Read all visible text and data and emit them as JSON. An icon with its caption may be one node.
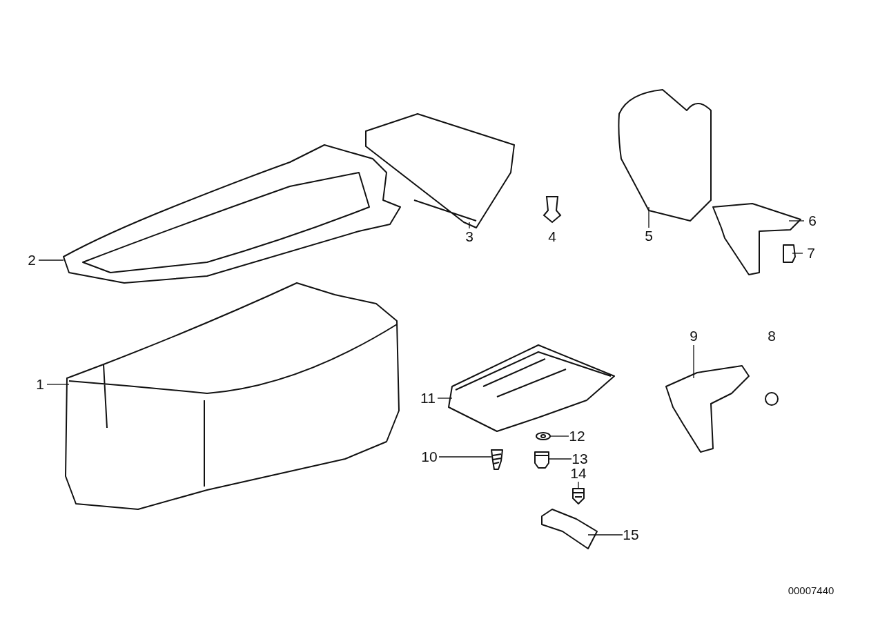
{
  "diagram": {
    "nodes": [
      {
        "text": [
          "1"
        ]
      },
      {
        "text": [
          "2"
        ]
      },
      {
        "text": [
          "3"
        ]
      },
      {
        "text": [
          "5"
        ]
      },
      {
        "text": [
          "6"
        ]
      },
      {
        "text": [
          "7"
        ]
      },
      {
        "text": [
          "9"
        ]
      },
      {
        "text": [
          "10"
        ]
      },
      {
        "text": [
          "11"
        ]
      },
      {
        "text": [
          "12"
        ]
      },
      {
        "text": [
          "13"
        ]
      },
      {
        "text": [
          "14"
        ]
      },
      {
        "text": [
          "15"
        ]
      },
      {
        "text": [],
        "shape": "picture"
      },
      {
        "text": [],
        "shape": "picture"
      },
      {
        "text": [],
        "shape": "picture"
      },
      {
        "text": [],
        "shape": "picture"
      },
      {
        "text": [],
        "shape": "picture"
      },
      {
        "text": [],
        "shape": "picture"
      },
      {
        "text": [],
        "shape": "picture"
      },
      {
        "text": [],
        "shape": "picture"
      },
      {
        "text": [],
        "shape": "picture"
      },
      {
        "text": [],
        "shape": "picture"
      },
      {
        "text": [],
        "shape": "picture"
      },
      {
        "text": [],
        "shape": "picture"
      },
      {
        "text": [],
        "shape": "picture"
      }
    ],
    "edges": [
      {
        "from": 0,
        "to": 13,
        "arrow": "none"
      },
      {
        "from": 1,
        "to": 14,
        "arrow": "none"
      },
      {
        "from": 2,
        "to": 15,
        "arrow": "none"
      },
      {
        "from": 3,
        "to": 16,
        "arrow": "none"
      },
      {
        "from": 4,
        "to": 17,
        "arrow": "none"
      },
      {
        "from": 5,
        "to": 18,
        "arrow": "none"
      },
      {
        "from": 6,
        "to": 19,
        "arrow": "none"
      },
      {
        "from": 7,
        "to": 20,
        "arrow": "none"
      },
      {
        "from": 8,
        "to": 21,
        "arrow": "none"
      },
      {
        "from": 9,
        "to": 22,
        "arrow": "none"
      },
      {
        "from": 10,
        "to": 23,
        "arrow": "none"
      },
      {
        "from": 11,
        "to": 24,
        "arrow": "none"
      },
      {
        "from": 12,
        "to": 25,
        "arrow": "none"
      }
    ],
    "labels": [
      "4",
      "8",
      "00007440"
    ]
  }
}
